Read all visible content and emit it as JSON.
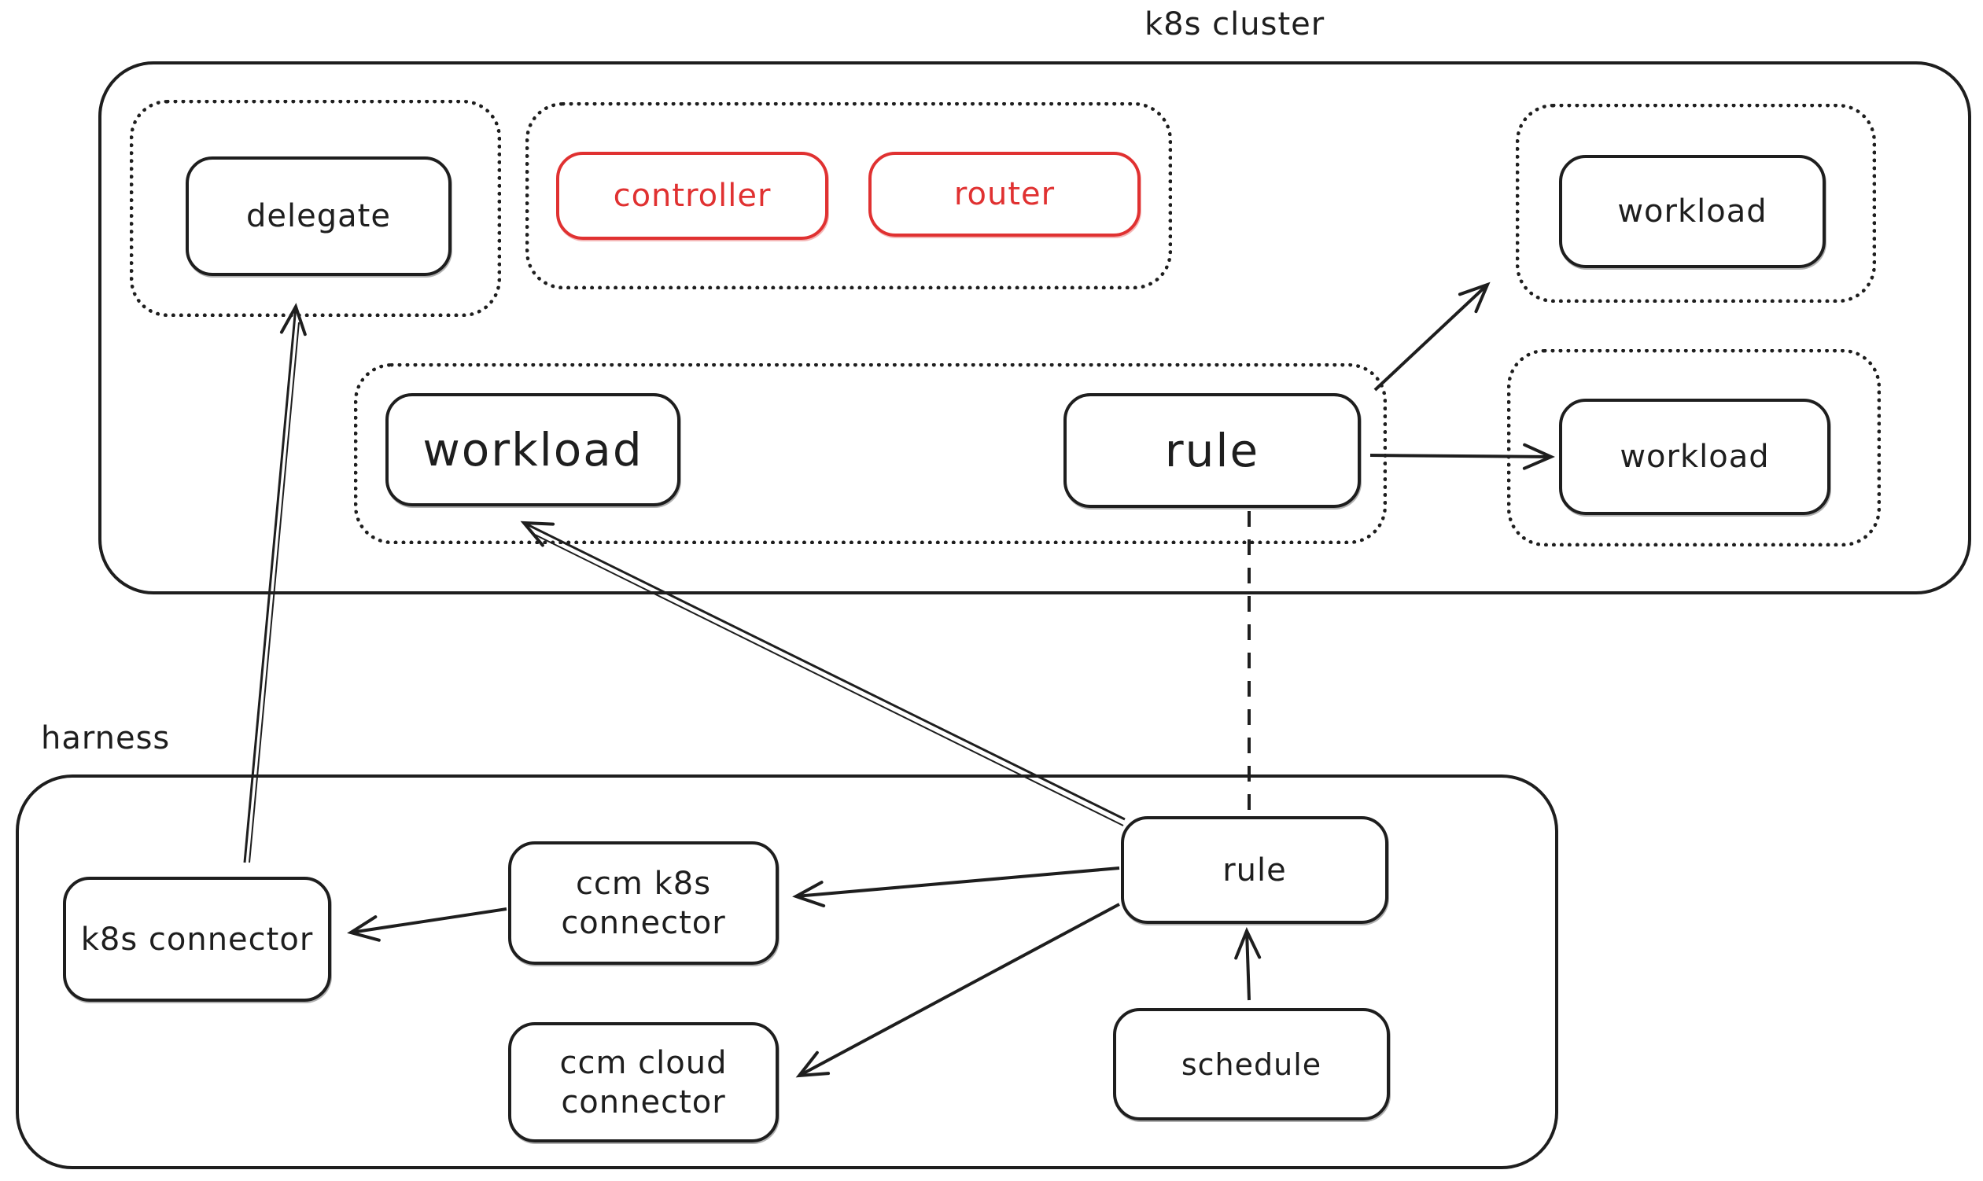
{
  "diagram": {
    "colors": {
      "stroke": "#1e1e1e",
      "accent_red": "#e03131",
      "background": "#ffffff"
    },
    "frames": {
      "k8s_cluster": {
        "label": "k8s cluster"
      },
      "harness": {
        "label": "harness"
      }
    },
    "nodes": {
      "delegate": {
        "label": "delegate"
      },
      "controller": {
        "label": "controller"
      },
      "router": {
        "label": "router"
      },
      "workload_main": {
        "label": "workload"
      },
      "rule_cluster": {
        "label": "rule"
      },
      "workload_top_right": {
        "label": "workload"
      },
      "workload_right": {
        "label": "workload"
      },
      "k8s_connector": {
        "label": "k8s connector"
      },
      "ccm_k8s_connector": {
        "label": "ccm k8s connector"
      },
      "ccm_cloud_connector": {
        "label": "ccm cloud connector"
      },
      "rule_harness": {
        "label": "rule"
      },
      "schedule": {
        "label": "schedule"
      }
    },
    "edges": [
      {
        "name": "k8s-connector-to-delegate-group",
        "style": "solid-arrow"
      },
      {
        "name": "rule-harness-to-workload-main",
        "style": "solid-arrow"
      },
      {
        "name": "rule-cluster-to-workload-top-right-group",
        "style": "solid-arrow"
      },
      {
        "name": "rule-cluster-to-workload-right",
        "style": "solid-arrow"
      },
      {
        "name": "rule-cluster-to-rule-harness",
        "style": "dashed-line"
      },
      {
        "name": "rule-harness-to-ccm-k8s-connector",
        "style": "solid-arrow"
      },
      {
        "name": "rule-harness-to-ccm-cloud-connector",
        "style": "solid-arrow"
      },
      {
        "name": "ccm-k8s-connector-to-k8s-connector",
        "style": "solid-arrow"
      },
      {
        "name": "schedule-to-rule-harness",
        "style": "solid-arrow"
      }
    ]
  }
}
